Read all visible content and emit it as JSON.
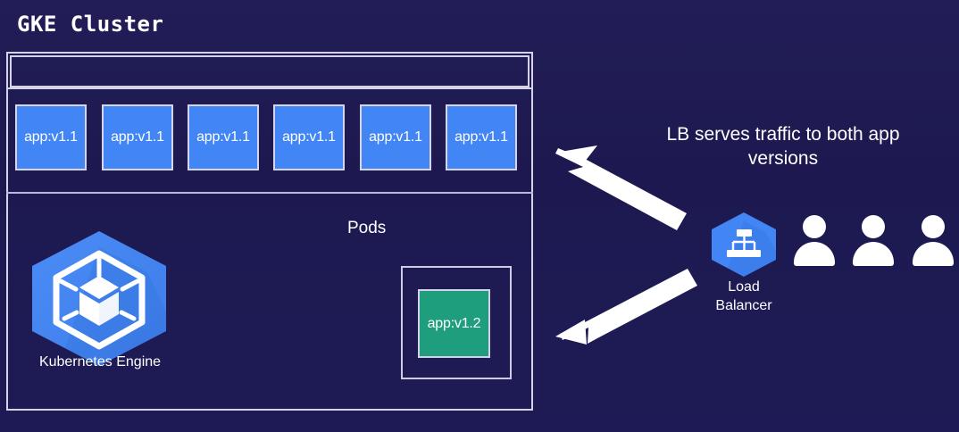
{
  "diagram": {
    "title": "GKE Cluster",
    "background_color": "#1e1a55",
    "border_color": "#d6d3e8"
  },
  "cluster": {
    "pods_label": "Pods",
    "pods_v1_1": [
      {
        "label": "app:v1.1"
      },
      {
        "label": "app:v1.1"
      },
      {
        "label": "app:v1.1"
      },
      {
        "label": "app:v1.1"
      },
      {
        "label": "app:v1.1"
      },
      {
        "label": "app:v1.1"
      }
    ],
    "pod_v1_2": {
      "label": "app:v1.2",
      "color": "#1e9e7d"
    },
    "pod_color": "#4285f4",
    "engine": {
      "caption": "Kubernetes Engine",
      "icon": "kubernetes-engine-hexagon-icon",
      "color": "#4285f4"
    }
  },
  "right_panel": {
    "callout": "LB serves traffic to both app versions",
    "load_balancer": {
      "caption_line1": "Load",
      "caption_line2": "Balancer",
      "icon": "load-balancer-hexagon-icon",
      "color": "#4285f4"
    },
    "users": [
      {
        "icon": "user-icon"
      },
      {
        "icon": "user-icon"
      },
      {
        "icon": "user-icon"
      }
    ]
  },
  "arrows": {
    "upper": {
      "name": "arrow-lb-to-v1-1-pods",
      "direction": "up-left",
      "color": "#ffffff"
    },
    "lower": {
      "name": "arrow-lb-to-v1-2-pod",
      "direction": "down-left",
      "color": "#ffffff"
    }
  }
}
